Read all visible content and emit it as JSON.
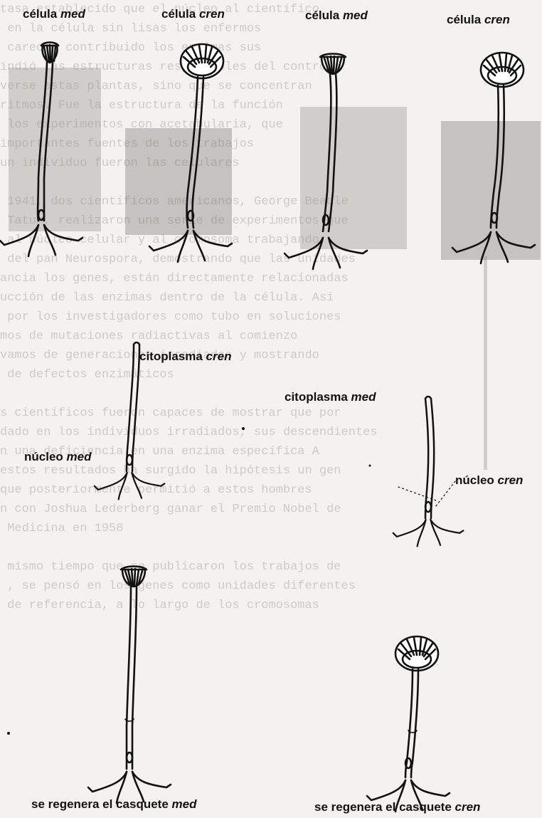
{
  "labels": {
    "cell1": {
      "word": "célula",
      "strain": "med"
    },
    "cell2": {
      "word": "célula",
      "strain": "cren"
    },
    "cell3": {
      "word": "célula",
      "strain": "med"
    },
    "cell4": {
      "word": "célula",
      "strain": "cren"
    },
    "cytoplasm_cren": {
      "word": "citoplasma",
      "strain": "cren"
    },
    "cytoplasm_med": {
      "word": "citoplasma",
      "strain": "med"
    },
    "nucleus_med": {
      "word": "núcleo",
      "strain": "med"
    },
    "nucleus_cren": {
      "word": "núcleo",
      "strain": "cren"
    },
    "regen_med": {
      "word": "se regenera el casquete",
      "strain": "med"
    },
    "regen_cren": {
      "word": "se regenera el casquete",
      "strain": "cren"
    }
  },
  "background_text": "tasa establecido que el núcleo al científico\n en la célula sin lisas los enfermos\n carecen contribuido los enzimas sus\nindió las estructuras responsables del control\nverse estas plantas, sino que se concentran\nritmos. Fue la estructura de la función\n los experimentos con acetabularia, que\nimportantes fuentes de los trabajos\nun individuo fueron las celulares\n\n 1941, dos científicos americanos, George Beadle\n Tatum, realizaron una serie de experimentos que\n al núcleo celular y al cromosoma trabajando\n del pan Neurospora, demostrando que las unidades\nancia los genes, están directamente relacionadas\nucción de las enzimas dentro de la célula. Así\n por los investigadores como tubo en soluciones\nmos de mutaciones radiactivas al comienzo\nvamos de generaciones irradiadas y mostrando\n de defectos enzimáticos\n\ns científicos fueron capaces de mostrar que por\ndado en los individuos irradiados, sus descendientes\nn una deficiencia en una enzima específica A\nestos resultados ha surgido la hipótesis un gen\nque posteriormente permitió a estos hombres\nn con Joshua Lederberg ganar el Premio Nobel de\n Medicina en 1958\n\n mismo tiempo que se publicaron los trabajos de\n , se pensó en los genes como unidades diferentes\n de referencia, a lo largo de los cromosomas"
}
